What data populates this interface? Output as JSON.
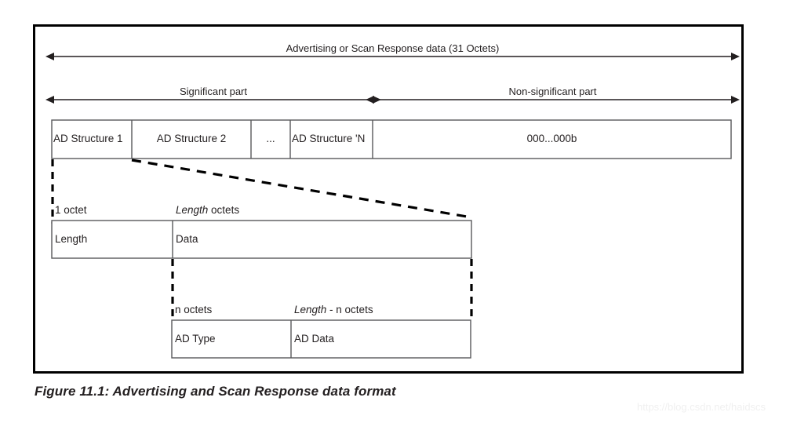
{
  "figure": {
    "caption": "Figure 11.1:  Advertising and Scan Response data format",
    "watermark": "https://blog.csdn.net/haidscs"
  },
  "arrows": {
    "total_span_label": "Advertising or Scan Response data (31 Octets)",
    "significant_label": "Significant part",
    "non_significant_label": "Non-significant part"
  },
  "adv_data_row": {
    "cells": [
      {
        "label": "AD Structure 1"
      },
      {
        "label": "AD Structure 2"
      },
      {
        "label": "..."
      },
      {
        "label": "AD Structure 'N"
      },
      {
        "label": "000...000b"
      }
    ]
  },
  "ad_structure_expansion": {
    "size_labels": [
      {
        "plain_before": "1 octet",
        "italic": "",
        "plain_after": ""
      },
      {
        "plain_before": "",
        "italic": "Length",
        "plain_after": " octets"
      }
    ],
    "cells": [
      {
        "label": "Length"
      },
      {
        "label": "Data"
      }
    ]
  },
  "ad_data_expansion": {
    "size_labels": [
      {
        "plain_before": "n octets",
        "italic": "",
        "plain_after": ""
      },
      {
        "plain_before": "",
        "italic": "Length",
        "plain_after": " - n octets"
      }
    ],
    "cells": [
      {
        "label": "AD Type"
      },
      {
        "label": "AD Data"
      }
    ]
  },
  "colors": {
    "frame": "#000000",
    "box_stroke": "#58595b",
    "text": "#231f20",
    "arrow": "#231f20",
    "dashed": "#000000",
    "watermark": "#f0f0f0"
  }
}
